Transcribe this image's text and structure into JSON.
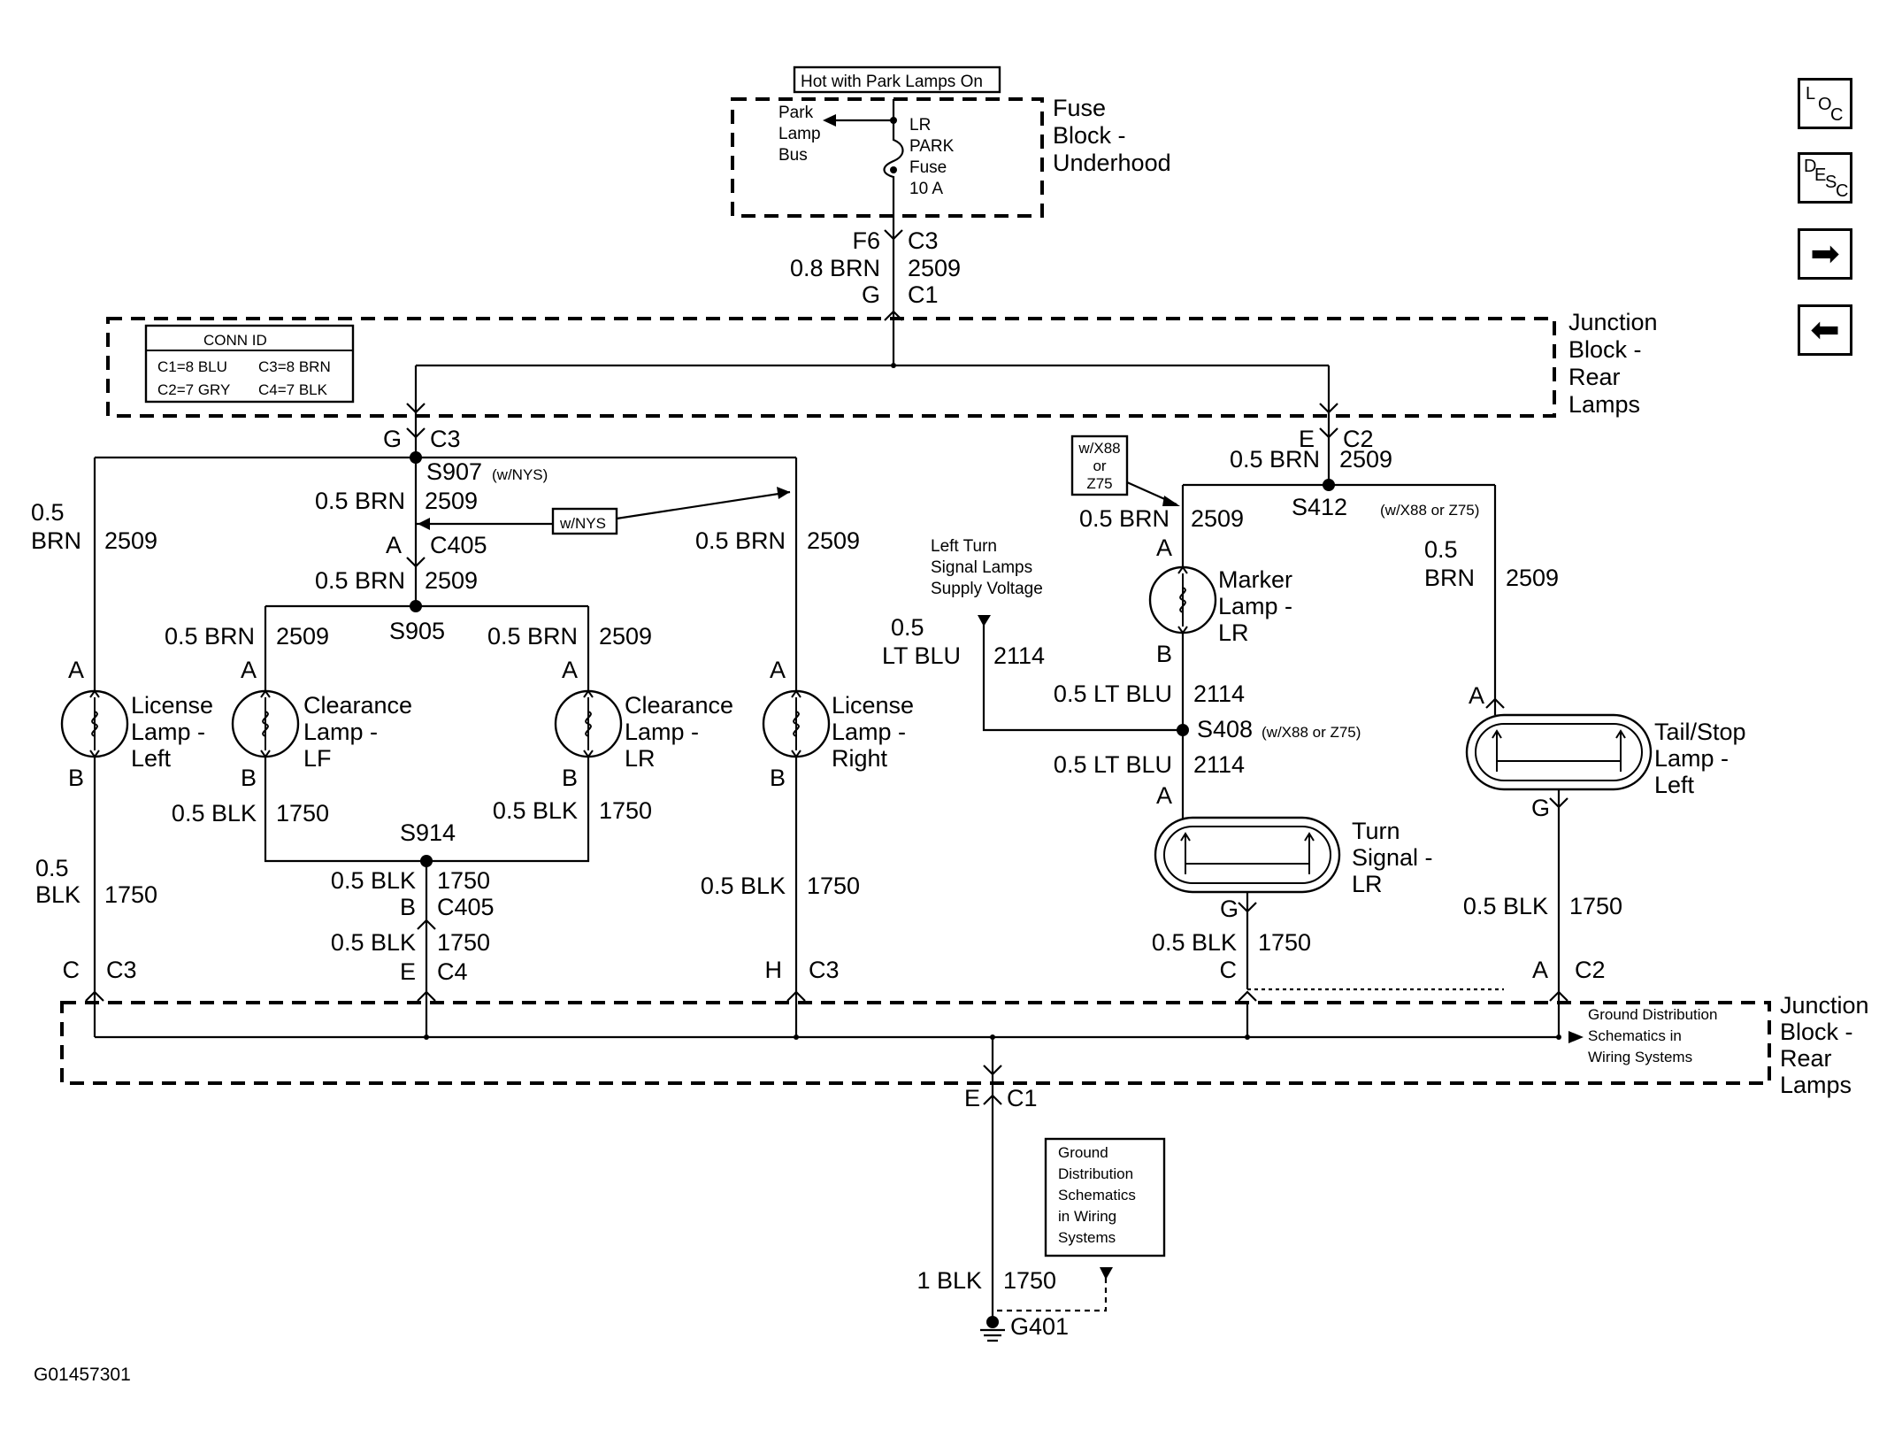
{
  "figure_id": "G01457301",
  "nav": {
    "loc": {
      "a": "L",
      "b": "O",
      "c": "C"
    },
    "desc": {
      "a": "D",
      "b": "E",
      "c": "S",
      "d": "C"
    },
    "next_icon": "arrow-right-icon",
    "prev_icon": "arrow-left-icon"
  },
  "fuse_block": {
    "hot_note": "Hot with Park Lamps On",
    "bus": [
      "Park",
      "Lamp",
      "Bus"
    ],
    "fuse": [
      "LR",
      "PARK",
      "Fuse",
      "10 A"
    ],
    "title": [
      "Fuse",
      "Block -",
      "Underhood"
    ]
  },
  "feed": {
    "pin_left": "F6",
    "conn_right": "C3",
    "wire": "0.8 BRN",
    "circuit": "2509",
    "pin_left2": "G",
    "conn_right2": "C1"
  },
  "junction_top": {
    "title": [
      "Junction",
      "Block -",
      "Rear",
      "Lamps"
    ]
  },
  "conn_id": {
    "title": "CONN ID",
    "c1": "C1=8 BLU",
    "c2": "C2=7 GRY",
    "c3": "C3=8 BRN",
    "c4": "C4=7 BLK"
  },
  "left_branch": {
    "g": "G",
    "c3": "C3",
    "s907": "S907",
    "s907_note": "(w/NYS)",
    "w1": "0.5 BRN",
    "c1": "2509",
    "a": "A",
    "c405": "C405",
    "w2": "0.5 BRN",
    "c2": "2509",
    "s905": "S905",
    "wnys": "w/NYS",
    "ll_w1": "0.5",
    "ll_w2": "BRN",
    "ll_c": "2509",
    "lr_w": "0.5 BRN",
    "lr_c": "2509",
    "clf_w": "0.5 BRN",
    "clf_c": "2509",
    "clr_w": "0.5 BRN",
    "clr_c": "2509"
  },
  "lamps": {
    "license_left": [
      "License",
      "Lamp -",
      "Left"
    ],
    "clearance_lf": [
      "Clearance",
      "Lamp -",
      "LF"
    ],
    "clearance_lr": [
      "Clearance",
      "Lamp -",
      "LR"
    ],
    "license_right": [
      "License",
      "Lamp -",
      "Right"
    ],
    "marker_lr": [
      "Marker",
      "Lamp -",
      "LR"
    ],
    "turn_lr": [
      "Turn",
      "Signal -",
      "LR"
    ],
    "tail_left": [
      "Tail/Stop",
      "Lamp -",
      "Left"
    ],
    "pin_a": "A",
    "pin_b": "B",
    "pin_g": "G"
  },
  "ground_left": {
    "clf_w": "0.5 BLK",
    "clf_c": "1750",
    "clr_w": "0.5 BLK",
    "clr_c": "1750",
    "s914": "S914",
    "w1": "0.5 BLK",
    "c1": "1750",
    "b": "B",
    "c405": "C405",
    "w2": "0.5 BLK",
    "c2": "1750",
    "e": "E",
    "c4": "C4",
    "ll_w1": "0.5",
    "ll_w2": "BLK",
    "ll_c": "1750",
    "ll_pin": "C",
    "ll_conn": "C3",
    "lr_w": "0.5 BLK",
    "lr_c": "1750",
    "lr_pin": "H",
    "lr_conn": "C3"
  },
  "right_branch": {
    "e": "E",
    "c2": "C2",
    "w1": "0.5 BRN",
    "c1": "2509",
    "x88": [
      "w/X88",
      "or",
      "Z75"
    ],
    "s412": "S412",
    "s412_note": "(w/X88 or Z75)",
    "mk_w": "0.5 BRN",
    "mk_c": "2509",
    "tail_w1": "0.5",
    "tail_w2": "BRN",
    "tail_c": "2509",
    "left_turn": [
      "Left Turn",
      "Signal Lamps",
      "Supply Voltage"
    ],
    "lt_w1": "0.5",
    "lt_w2": "LT BLU",
    "lt_c": "2114",
    "s408_w": "0.5 LT BLU",
    "s408_c": "2114",
    "s408": "S408",
    "s408_note": "(w/X88 or Z75)",
    "ts_w": "0.5 LT BLU",
    "ts_c": "2114",
    "ts_gw": "0.5 BLK",
    "ts_gc": "1750",
    "ts_pin": "C",
    "tail_gw": "0.5 BLK",
    "tail_gc": "1750",
    "tail_pin": "A",
    "tail_conn": "C2"
  },
  "junction_bottom": {
    "title": [
      "Junction",
      "Block -",
      "Rear",
      "Lamps"
    ],
    "ground_note": [
      "Ground Distribution",
      "Schematics in",
      "Wiring Systems"
    ]
  },
  "ground": {
    "e": "E",
    "c1": "C1",
    "note": [
      "Ground",
      "Distribution",
      "Schematics",
      "in Wiring",
      "Systems"
    ],
    "wire": "1 BLK",
    "circuit": "1750",
    "g401": "G401"
  }
}
